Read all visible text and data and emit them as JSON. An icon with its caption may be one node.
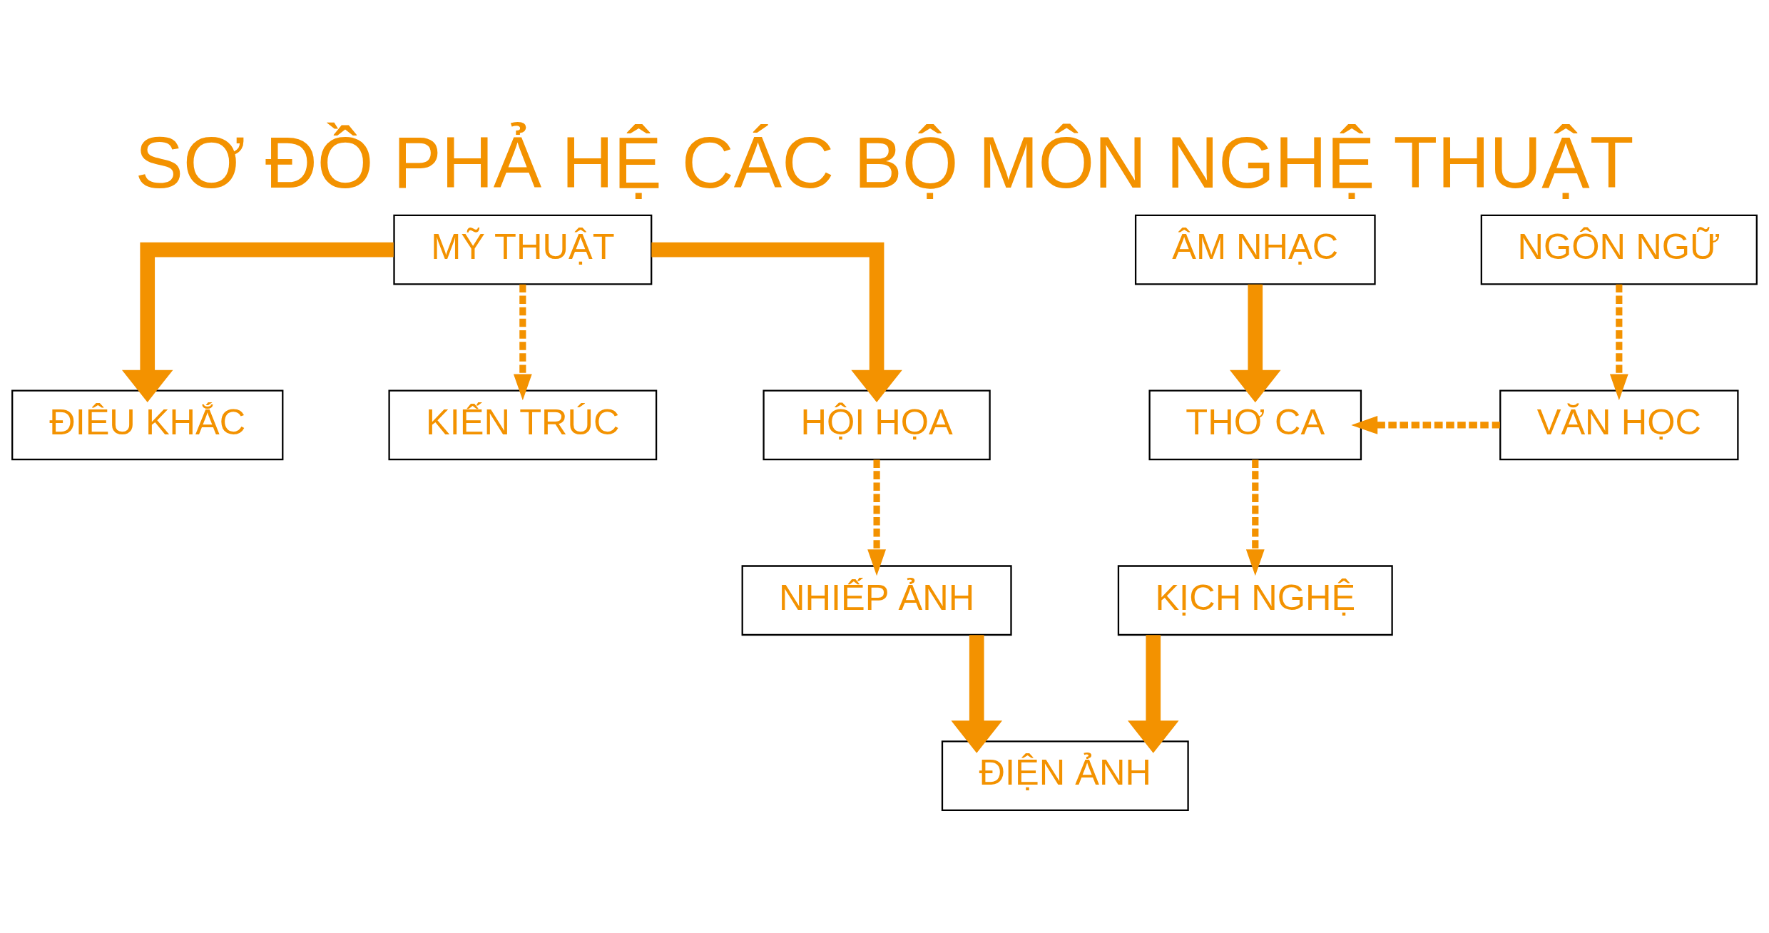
{
  "diagram": {
    "title": "SƠ ĐỒ PHẢ HỆ CÁC BỘ MÔN NGHỆ THUẬT",
    "nodes": [
      {
        "text": [
          "MỸ THUẬT"
        ]
      },
      {
        "text": [
          "ÂM NHẠC"
        ]
      },
      {
        "text": [
          "NGÔN NGỮ"
        ]
      },
      {
        "text": [
          "ĐIÊU KHẮC"
        ]
      },
      {
        "text": [
          "KIẾN TRÚC"
        ]
      },
      {
        "text": [
          "HỘI HỌA"
        ]
      },
      {
        "text": [
          "THƠ CA"
        ]
      },
      {
        "text": [
          "VĂN HỌC"
        ]
      },
      {
        "text": [
          "NHIẾP ẢNH"
        ]
      },
      {
        "text": [
          "KỊCH NGHỆ"
        ]
      },
      {
        "text": [
          "ĐIỆN ẢNH"
        ]
      }
    ],
    "edges": [
      {
        "from": 0,
        "to": 3,
        "arrow": "to",
        "style": "thick"
      },
      {
        "from": 0,
        "to": 4,
        "arrow": "to",
        "style": "dashed"
      },
      {
        "from": 0,
        "to": 5,
        "arrow": "to",
        "style": "thick"
      },
      {
        "from": 1,
        "to": 6,
        "arrow": "to",
        "style": "thick"
      },
      {
        "from": 2,
        "to": 7,
        "arrow": "to",
        "style": "dashed"
      },
      {
        "from": 7,
        "to": 6,
        "arrow": "to",
        "style": "dashed"
      },
      {
        "from": 5,
        "to": 8,
        "arrow": "to",
        "style": "dashed"
      },
      {
        "from": 6,
        "to": 9,
        "arrow": "to",
        "style": "dashed"
      },
      {
        "from": 8,
        "to": 10,
        "arrow": "to",
        "style": "thick"
      },
      {
        "from": 9,
        "to": 10,
        "arrow": "to",
        "style": "thick"
      }
    ]
  }
}
